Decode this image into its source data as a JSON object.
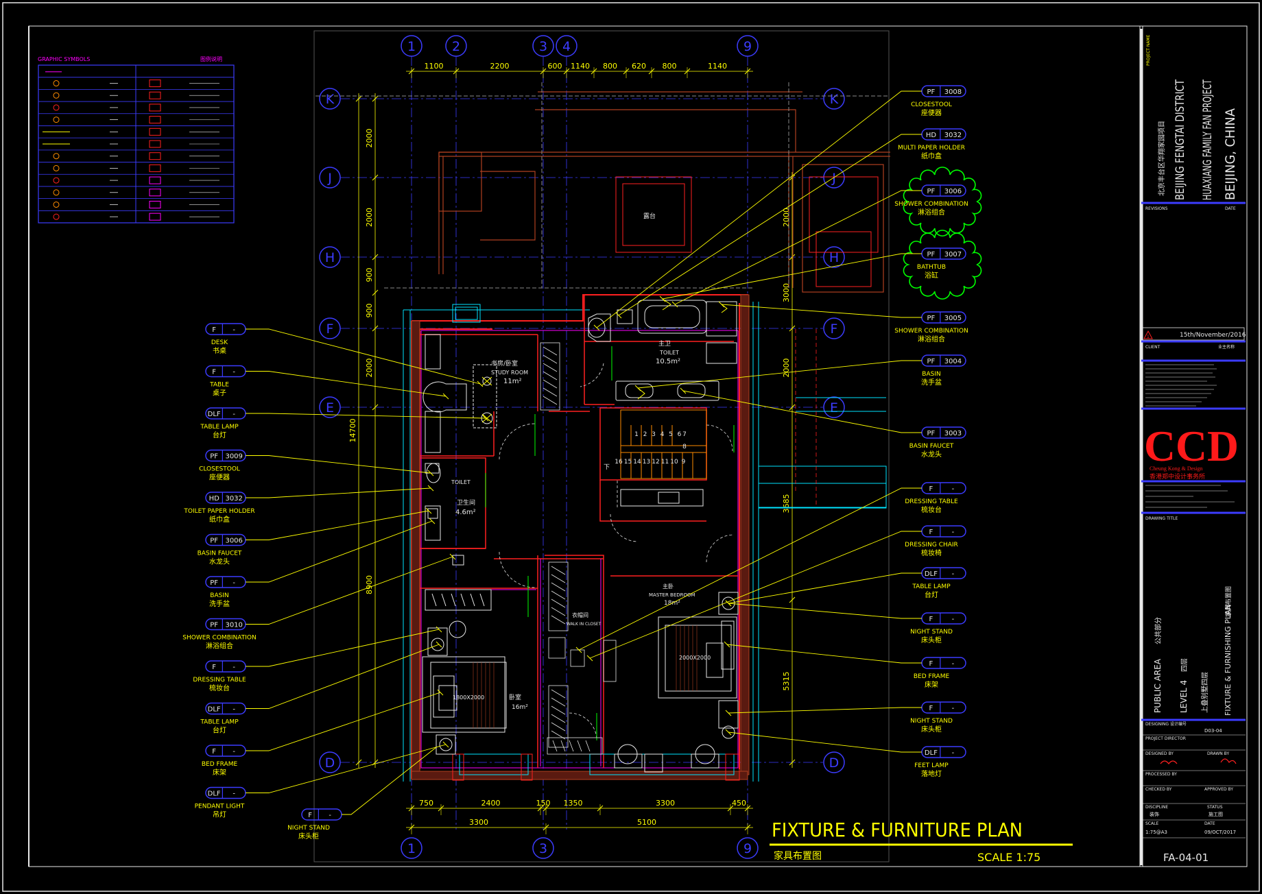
{
  "legend": {
    "title": "GRAPHIC SYMBOLS",
    "title_right": "图例说明",
    "rows": 13
  },
  "grid": {
    "top_labels": [
      "1",
      "2",
      "3",
      "4",
      "9"
    ],
    "bottom_labels": [
      "1",
      "3",
      "9"
    ],
    "left_labels": [
      "K",
      "J",
      "H",
      "F",
      "E",
      "D"
    ],
    "right_labels": [
      "K",
      "J",
      "H",
      "F",
      "E",
      "D"
    ]
  },
  "dimensions": {
    "top": [
      "1100",
      "2200",
      "600",
      "1140",
      "800",
      "620",
      "800",
      "1140"
    ],
    "bottom_row1": [
      "750",
      "2400",
      "150",
      "1350",
      "3300",
      "450"
    ],
    "bottom_row2": [
      "3300",
      "5100"
    ],
    "left": [
      "2000",
      "2000",
      "900",
      "900",
      "2000",
      "8900"
    ],
    "left_overall": "14700",
    "right": [
      "2000",
      "3000",
      "2000",
      "3685",
      "5315"
    ]
  },
  "rooms": {
    "study_cn": "书房/卧室",
    "study_en": "STUDY ROOM",
    "study_area": "11m²",
    "toilet_cn": "主卫",
    "toilet_en": "TOILET",
    "toilet_area": "10.5m²",
    "toilet2_en": "TOILET",
    "toilet2_cn": "卫生间",
    "toilet2_area": "4.6m²",
    "walk_in_cn": "衣帽间",
    "walk_in_en": "WALK IN CLOSET",
    "master_cn": "主卧",
    "master_en": "MASTER BEDROOM",
    "master_area": "18m²",
    "bedroom_cn": "卧室",
    "bedroom_area": "16m²",
    "terrace": "露台",
    "down": "下",
    "bed1": "1800X2000",
    "bed2": "2000X2000",
    "stairs_top": [
      "1",
      "2",
      "3",
      "4",
      "5",
      "6"
    ],
    "stairs_side": [
      "7",
      "8"
    ],
    "stairs_bottom": [
      "16",
      "15",
      "14",
      "13",
      "12",
      "11",
      "10",
      "9"
    ]
  },
  "tags_left": [
    {
      "code": "F",
      "num": "-",
      "en": "DESK",
      "cn": "书桌"
    },
    {
      "code": "F",
      "num": "-",
      "en": "TABLE",
      "cn": "桌子"
    },
    {
      "code": "DLF",
      "num": "-",
      "en": "TABLE LAMP",
      "cn": "台灯"
    },
    {
      "code": "PF",
      "num": "3009",
      "en": "CLOSESTOOL",
      "cn": "座便器"
    },
    {
      "code": "HD",
      "num": "3032",
      "en": "TOILET PAPER HOLDER",
      "cn": "纸巾盒"
    },
    {
      "code": "PF",
      "num": "3006",
      "en": "BASIN FAUCET",
      "cn": "水龙头"
    },
    {
      "code": "PF",
      "num": "-",
      "en": "BASIN",
      "cn": "洗手盆"
    },
    {
      "code": "PF",
      "num": "3010",
      "en": "SHOWER COMBINATION",
      "cn": "淋浴组合"
    },
    {
      "code": "F",
      "num": "-",
      "en": "DRESSING TABLE",
      "cn": "梳妆台"
    },
    {
      "code": "DLF",
      "num": "-",
      "en": "TABLE LAMP",
      "cn": "台灯"
    },
    {
      "code": "F",
      "num": "-",
      "en": "BED FRAME",
      "cn": "床架"
    },
    {
      "code": "DLF",
      "num": "-",
      "en": "PENDANT LIGHT",
      "cn": "吊灯"
    }
  ],
  "tag_bottom": {
    "code": "F",
    "num": "-",
    "en": "NIGHT STAND",
    "cn": "床头柜"
  },
  "tags_right": [
    {
      "code": "PF",
      "num": "3008",
      "en": "CLOSESTOOL",
      "cn": "座便器",
      "cloud": false
    },
    {
      "code": "HD",
      "num": "3032",
      "en": "MULTI PAPER HOLDER",
      "cn": "纸巾盒",
      "cloud": false
    },
    {
      "code": "PF",
      "num": "3006",
      "en": "SHOWER COMBINATION",
      "cn": "淋浴组合",
      "cloud": true
    },
    {
      "code": "PF",
      "num": "3007",
      "en": "BATHTUB",
      "cn": "浴缸",
      "cloud": true
    },
    {
      "code": "PF",
      "num": "3005",
      "en": "SHOWER COMBINATION",
      "cn": "淋浴组合",
      "cloud": false
    },
    {
      "code": "PF",
      "num": "3004",
      "en": "BASIN",
      "cn": "洗手盆",
      "cloud": false
    },
    {
      "code": "PF",
      "num": "3003",
      "en": "BASIN FAUCET",
      "cn": "水龙头",
      "cloud": false
    },
    {
      "code": "F",
      "num": "-",
      "en": "DRESSING TABLE",
      "cn": "梳妆台",
      "cloud": false
    },
    {
      "code": "F",
      "num": "-",
      "en": "DRESSING CHAIR",
      "cn": "梳妆椅",
      "cloud": false
    },
    {
      "code": "DLF",
      "num": "-",
      "en": "TABLE LAMP",
      "cn": "台灯",
      "cloud": false
    },
    {
      "code": "F",
      "num": "-",
      "en": "NIGHT STAND",
      "cn": "床头柜",
      "cloud": false
    },
    {
      "code": "F",
      "num": "-",
      "en": "BED FRAME",
      "cn": "床架",
      "cloud": false
    },
    {
      "code": "F",
      "num": "-",
      "en": "NIGHT STAND",
      "cn": "床头柜",
      "cloud": false
    },
    {
      "code": "DLF",
      "num": "-",
      "en": "FEET LAMP",
      "cn": "落地灯",
      "cloud": false
    }
  ],
  "plan_title": {
    "en": "FIXTURE & FURNITURE PLAN",
    "cn": "家具布置图",
    "scale": "SCALE 1:75"
  },
  "title_block": {
    "project_name_label": "PROJECT NAME",
    "project_cn": "北京丰台区华翔家园项目",
    "project_en1": "BEIJING FENGTAI DISTRICT",
    "project_en2": "HUAXIANG FAMILY FAN PROJECT",
    "project_en3": "BEIJING, CHINA",
    "revisions": "REVISIONS",
    "date_label": "DATE",
    "rev_date": "15th/November/2016",
    "rev_num": "1",
    "client_label": "CLIENT",
    "client_cn": "业主名称",
    "logo": "CCD",
    "logo_sub": "Cheung Kong & Design",
    "logo_cn": "香港郑中设计事务所",
    "drawing_title_label": "DRAWING TITLE",
    "title_line1": "PUBLIC AREA",
    "title_line1_cn": "公共部分",
    "title_line2": "LEVEL 4",
    "title_line2_cn": "四层",
    "title_line3_cn": "上叠别墅四层",
    "title_line4": "FIXTURE & FURNISHING PLAN",
    "title_line4_cn": "家具布置图",
    "designing_label": "DESIGNING 设计编号",
    "designing_value": "D03-04",
    "director_label": "PROJECT DIRECTOR",
    "designed_label": "DESIGNED BY",
    "drawn_label": "DRAWN BY",
    "processed_label": "PROCESSED BY",
    "checked_label": "CHECKED BY",
    "approved_label": "APPROVED BY",
    "discipline_label": "DISCIPLINE",
    "discipline_value": "装饰",
    "status_label": "STATUS",
    "status_value": "施工图",
    "scale_label": "SCALE",
    "scale_value": "1:75@A3",
    "date2_label": "DATE",
    "date2_value": "09/OCT/2017",
    "drawing_no": "FA-04-01"
  },
  "colors": {
    "grid": "#3c3cff",
    "wall": "#ff2020",
    "yellow": "#ffff00",
    "white": "#e8e8e8",
    "magenta": "#ff00ff",
    "green": "#00ff00",
    "cyan": "#00e5ff",
    "orange": "#ff8c00",
    "brown": "#b04020"
  }
}
